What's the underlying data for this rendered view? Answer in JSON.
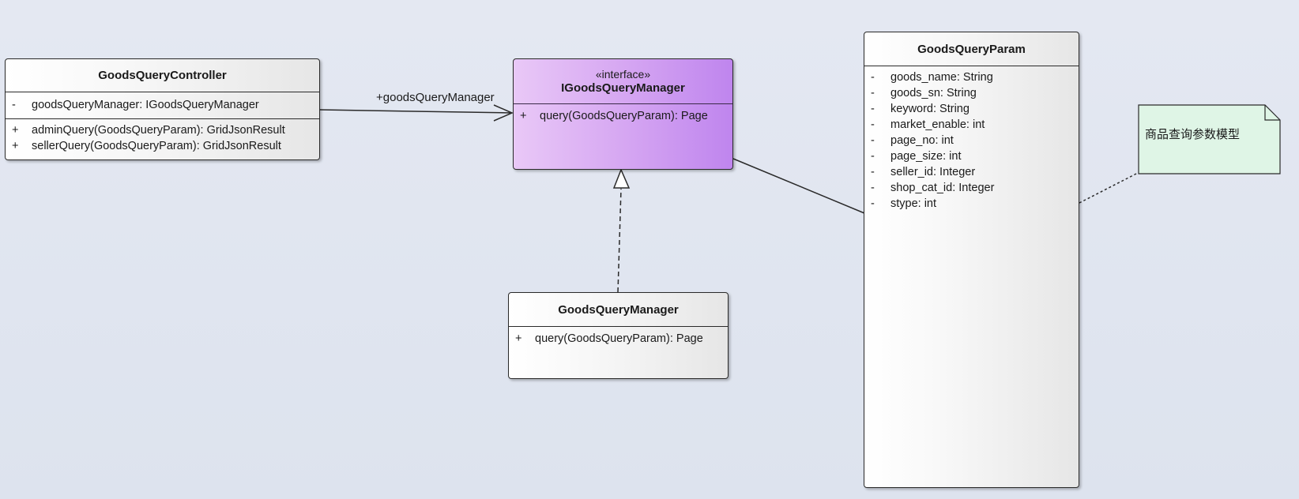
{
  "classes": {
    "controller": {
      "name": "GoodsQueryController",
      "attributes": [
        {
          "visibility": "-",
          "text": "goodsQueryManager: IGoodsQueryManager"
        }
      ],
      "operations": [
        {
          "visibility": "+",
          "text": "adminQuery(GoodsQueryParam): GridJsonResult"
        },
        {
          "visibility": "+",
          "text": "sellerQuery(GoodsQueryParam): GridJsonResult"
        }
      ]
    },
    "interface": {
      "stereotype": "«interface»",
      "name": "IGoodsQueryManager",
      "operations": [
        {
          "visibility": "+",
          "text": "query(GoodsQueryParam): Page"
        }
      ]
    },
    "manager": {
      "name": "GoodsQueryManager",
      "operations": [
        {
          "visibility": "+",
          "text": "query(GoodsQueryParam): Page"
        }
      ]
    },
    "param": {
      "name": "GoodsQueryParam",
      "attributes": [
        {
          "visibility": "-",
          "text": "goods_name: String"
        },
        {
          "visibility": "-",
          "text": "goods_sn: String"
        },
        {
          "visibility": "-",
          "text": "keyword: String"
        },
        {
          "visibility": "-",
          "text": "market_enable: int"
        },
        {
          "visibility": "-",
          "text": "page_no: int"
        },
        {
          "visibility": "-",
          "text": "page_size: int"
        },
        {
          "visibility": "-",
          "text": "seller_id: Integer"
        },
        {
          "visibility": "-",
          "text": "shop_cat_id: Integer"
        },
        {
          "visibility": "-",
          "text": "stype: int"
        }
      ]
    }
  },
  "note": {
    "text": "商品查询参数模型"
  },
  "association": {
    "role_label": "+goodsQueryManager"
  },
  "colors": {
    "interface_fill": "#c990f0",
    "note_fill": "#dff5e6",
    "canvas_bg": "#e1e6f0",
    "line": "#2a2a2a"
  }
}
